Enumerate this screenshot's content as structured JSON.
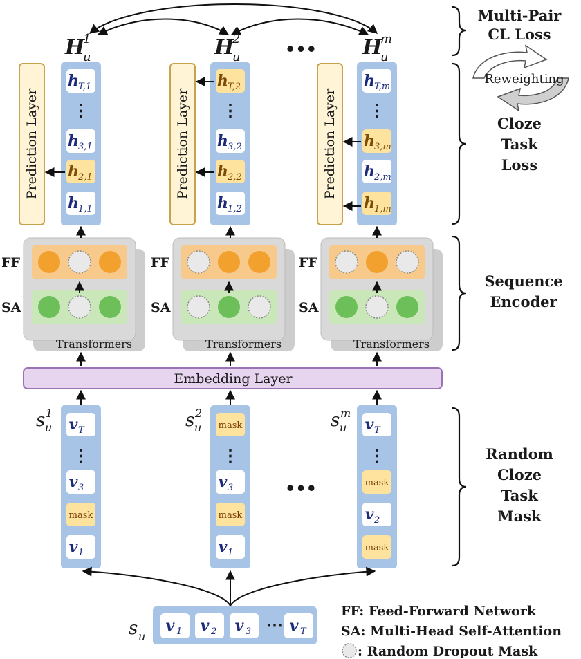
{
  "colors": {
    "column_fill": "#a7c4e6",
    "cell_fill": "#ffffff",
    "masked_cell_fill": "#fde39d",
    "prediction_fill": "#fff4d6",
    "prediction_stroke": "#c9a24d",
    "ff_fill": "#f7c98b",
    "ff_node": "#f2a12e",
    "sa_fill": "#c9e7b9",
    "sa_node": "#6dbf5a",
    "dropout_node": "#e9e9e9",
    "embedding_fill": "#e7d5ef",
    "embedding_stroke": "#9a73b5",
    "transformer_fill": "#d9d9d9",
    "text_dark": "#1a1a1a",
    "text_blue": "#1b2a7a",
    "text_brown": "#7a4a06",
    "mask_text": "#7a3d06"
  },
  "hidden": {
    "h1": "H",
    "sup1": "1",
    "sub1": "u",
    "h2": "H",
    "sup2": "2",
    "sub2": "u",
    "hm": "H",
    "supm": "m",
    "subm": "u",
    "dots": "•••"
  },
  "col1": {
    "cells": [
      {
        "base": "h",
        "sub": "T,1",
        "masked": false
      },
      {
        "base": "⋮",
        "sub": "",
        "masked": false
      },
      {
        "base": "h",
        "sub": "3,1",
        "masked": false
      },
      {
        "base": "h",
        "sub": "2,1",
        "masked": true
      },
      {
        "base": "h",
        "sub": "1,1",
        "masked": false
      }
    ]
  },
  "col2": {
    "cells": [
      {
        "base": "h",
        "sub": "T,2",
        "masked": true
      },
      {
        "base": "⋮",
        "sub": "",
        "masked": false
      },
      {
        "base": "h",
        "sub": "3,2",
        "masked": false
      },
      {
        "base": "h",
        "sub": "2,2",
        "masked": true
      },
      {
        "base": "h",
        "sub": "1,2",
        "masked": false
      }
    ]
  },
  "col3": {
    "cells": [
      {
        "base": "h",
        "sub": "T,m",
        "masked": false
      },
      {
        "base": "⋮",
        "sub": "",
        "masked": false
      },
      {
        "base": "h",
        "sub": "3,m",
        "masked": true
      },
      {
        "base": "h",
        "sub": "2,m",
        "masked": false
      },
      {
        "base": "h",
        "sub": "1,m",
        "masked": true
      }
    ]
  },
  "prediction_label": "Prediction Layer",
  "transformers_label": "Transformers",
  "ff_label": "FF",
  "sa_label": "SA",
  "embedding_label": "Embedding Layer",
  "seq": {
    "s1": "s",
    "s1_sup": "1",
    "s1_sub": "u",
    "s2": "s",
    "s2_sup": "2",
    "s2_sub": "u",
    "sm": "s",
    "sm_sup": "m",
    "sm_sub": "u",
    "dots": "•••",
    "col1": [
      {
        "base": "v",
        "sub": "T",
        "mask": false
      },
      {
        "base": "⋮",
        "sub": "",
        "mask": false
      },
      {
        "base": "v",
        "sub": "3",
        "mask": false
      },
      {
        "base": "mask",
        "sub": "",
        "mask": true
      },
      {
        "base": "v",
        "sub": "1",
        "mask": false
      }
    ],
    "col2": [
      {
        "base": "mask",
        "sub": "",
        "mask": true
      },
      {
        "base": "⋮",
        "sub": "",
        "mask": false
      },
      {
        "base": "v",
        "sub": "3",
        "mask": false
      },
      {
        "base": "mask",
        "sub": "",
        "mask": true
      },
      {
        "base": "v",
        "sub": "1",
        "mask": false
      }
    ],
    "col3": [
      {
        "base": "v",
        "sub": "T",
        "mask": false
      },
      {
        "base": "⋮",
        "sub": "",
        "mask": false
      },
      {
        "base": "mask",
        "sub": "",
        "mask": true
      },
      {
        "base": "v",
        "sub": "2",
        "mask": false
      },
      {
        "base": "mask",
        "sub": "",
        "mask": true
      }
    ]
  },
  "input": {
    "s": "s",
    "s_sub": "u",
    "items": [
      {
        "base": "v",
        "sub": "1"
      },
      {
        "base": "v",
        "sub": "2"
      },
      {
        "base": "v",
        "sub": "3"
      },
      {
        "base": "⋯",
        "sub": ""
      },
      {
        "base": "v",
        "sub": "T"
      }
    ]
  },
  "right": {
    "mp1": "Multi-Pair",
    "mp2": "CL Loss",
    "reweighting": "Reweighting",
    "c1": "Cloze",
    "c2": "Task",
    "c3": "Loss",
    "se1": "Sequence",
    "se2": "Encoder",
    "r1": "Random",
    "r2": "Cloze",
    "r3": "Task",
    "r4": "Mask"
  },
  "legend": {
    "ff": "FF: Feed-Forward Network",
    "sa": "SA: Multi-Head Self-Attention",
    "dropout": ": Random Dropout Mask"
  },
  "ff_nodes": {
    "t1": [
      "active",
      "dropout",
      "active"
    ],
    "t2": [
      "dropout",
      "active",
      "active"
    ],
    "t3": [
      "dropout",
      "active",
      "dropout"
    ]
  },
  "sa_nodes": {
    "t1": [
      "active",
      "dropout",
      "active"
    ],
    "t2": [
      "dropout",
      "active",
      "dropout"
    ],
    "t3": [
      "active",
      "dropout",
      "active"
    ]
  }
}
